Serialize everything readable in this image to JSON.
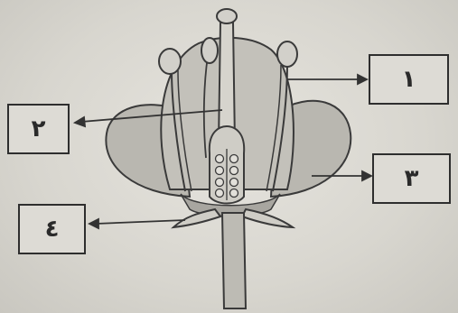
{
  "labels": {
    "label_1": "١",
    "label_2": "٢",
    "label_3": "٣",
    "label_4": "٤"
  },
  "colors": {
    "background": "#dcdad4",
    "petal_fill": "#b9b7b0",
    "outline": "#3a3a3a"
  }
}
